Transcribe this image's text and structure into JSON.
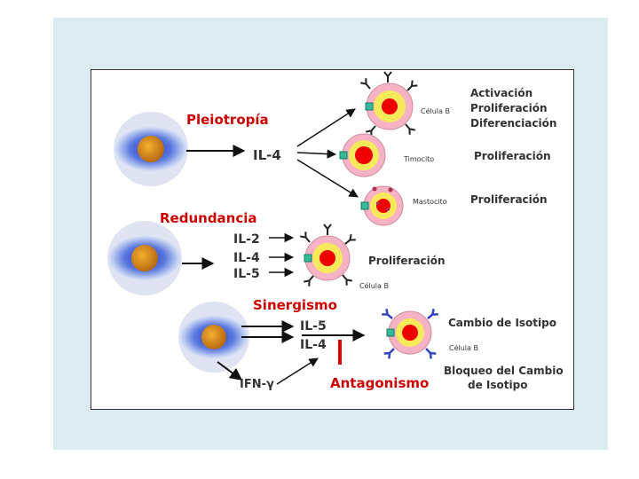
{
  "colors": {
    "section_title": "#cc0000",
    "text": "#333333",
    "arrow": "#111111",
    "antagonism_bar": "#dd0000",
    "panel_bg": "#dcebef",
    "cell_outer": "#f6b3c6",
    "cell_middle": "#f7ea5a",
    "nucleus": "#ee0000",
    "receptor": "#33bb99",
    "isotype_receptor": "#3344bb",
    "macrophage_halo": "#3e5fd0",
    "macrophage_nucleus": "#e0901a"
  },
  "sections": {
    "pleiotropy": {
      "title": "Pleiotropía",
      "cytokine": "IL-4",
      "targets": [
        {
          "cell": "Célula B",
          "outcomes": [
            "Activación",
            "Proliferación",
            "Diferenciación"
          ]
        },
        {
          "cell": "Timocito",
          "outcomes": [
            "Proliferación"
          ]
        },
        {
          "cell": "Mastocito",
          "outcomes": [
            "Proliferación"
          ]
        }
      ]
    },
    "redundancy": {
      "title": "Redundancia",
      "cytokines": [
        "IL-2",
        "IL-4",
        "IL-5"
      ],
      "outcome": "Proliferación",
      "cell": "Célula B"
    },
    "synergy": {
      "title": "Sinergismo",
      "cytokines": [
        "IL-5",
        "IL-4"
      ],
      "outcome": "Cambio de Isotipo",
      "cell": "Célula B"
    },
    "antagonism": {
      "title": "Antagonismo",
      "cytokine": "IFN-γ",
      "outcome_line1": "Bloqueo del Cambio",
      "outcome_line2": "de Isotipo"
    }
  }
}
